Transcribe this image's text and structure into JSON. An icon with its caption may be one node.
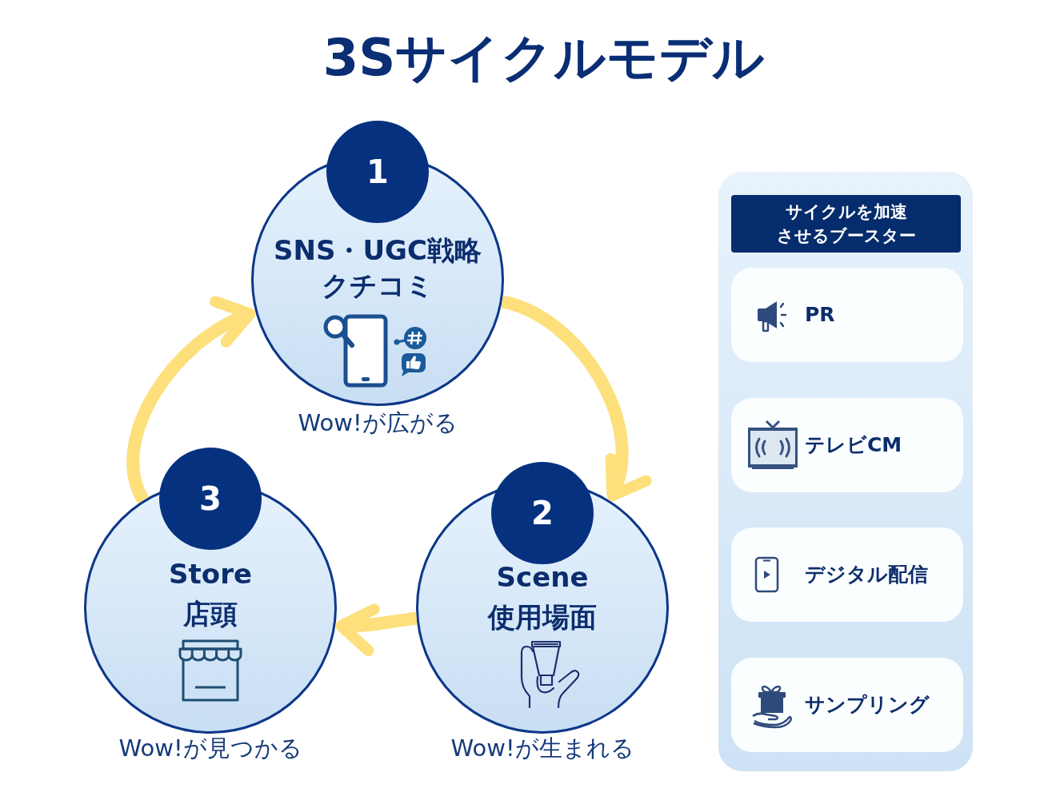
{
  "diagram": {
    "title": "3Sサイクルモデル",
    "nodes": [
      {
        "text": [
          "1",
          "SNS・UGC戦略",
          "クチコミ"
        ],
        "beside": [
          "Wow!が広がる"
        ]
      },
      {
        "text": [
          "2",
          "Scene",
          "使用場面"
        ],
        "beside": [
          "Wow!が生まれる"
        ]
      },
      {
        "text": [
          "3",
          "Store",
          "店頭"
        ],
        "beside": [
          "Wow!が見つかる"
        ]
      },
      {
        "text": [],
        "shape": "box"
      },
      {
        "text": [
          "サイクルを加速させるブースター"
        ],
        "in": 3
      },
      {
        "text": [
          "PR"
        ],
        "in": 3
      },
      {
        "text": [
          "テレビCM"
        ],
        "in": 3
      },
      {
        "text": [
          "デジタル配信"
        ],
        "in": 3
      },
      {
        "text": [
          "サンプリング"
        ],
        "in": 3
      }
    ],
    "edges": [
      {
        "from": 0,
        "to": 1,
        "arrow": "to"
      },
      {
        "from": 1,
        "to": 2,
        "arrow": "to"
      },
      {
        "from": 2,
        "to": 0,
        "arrow": "to"
      }
    ]
  }
}
